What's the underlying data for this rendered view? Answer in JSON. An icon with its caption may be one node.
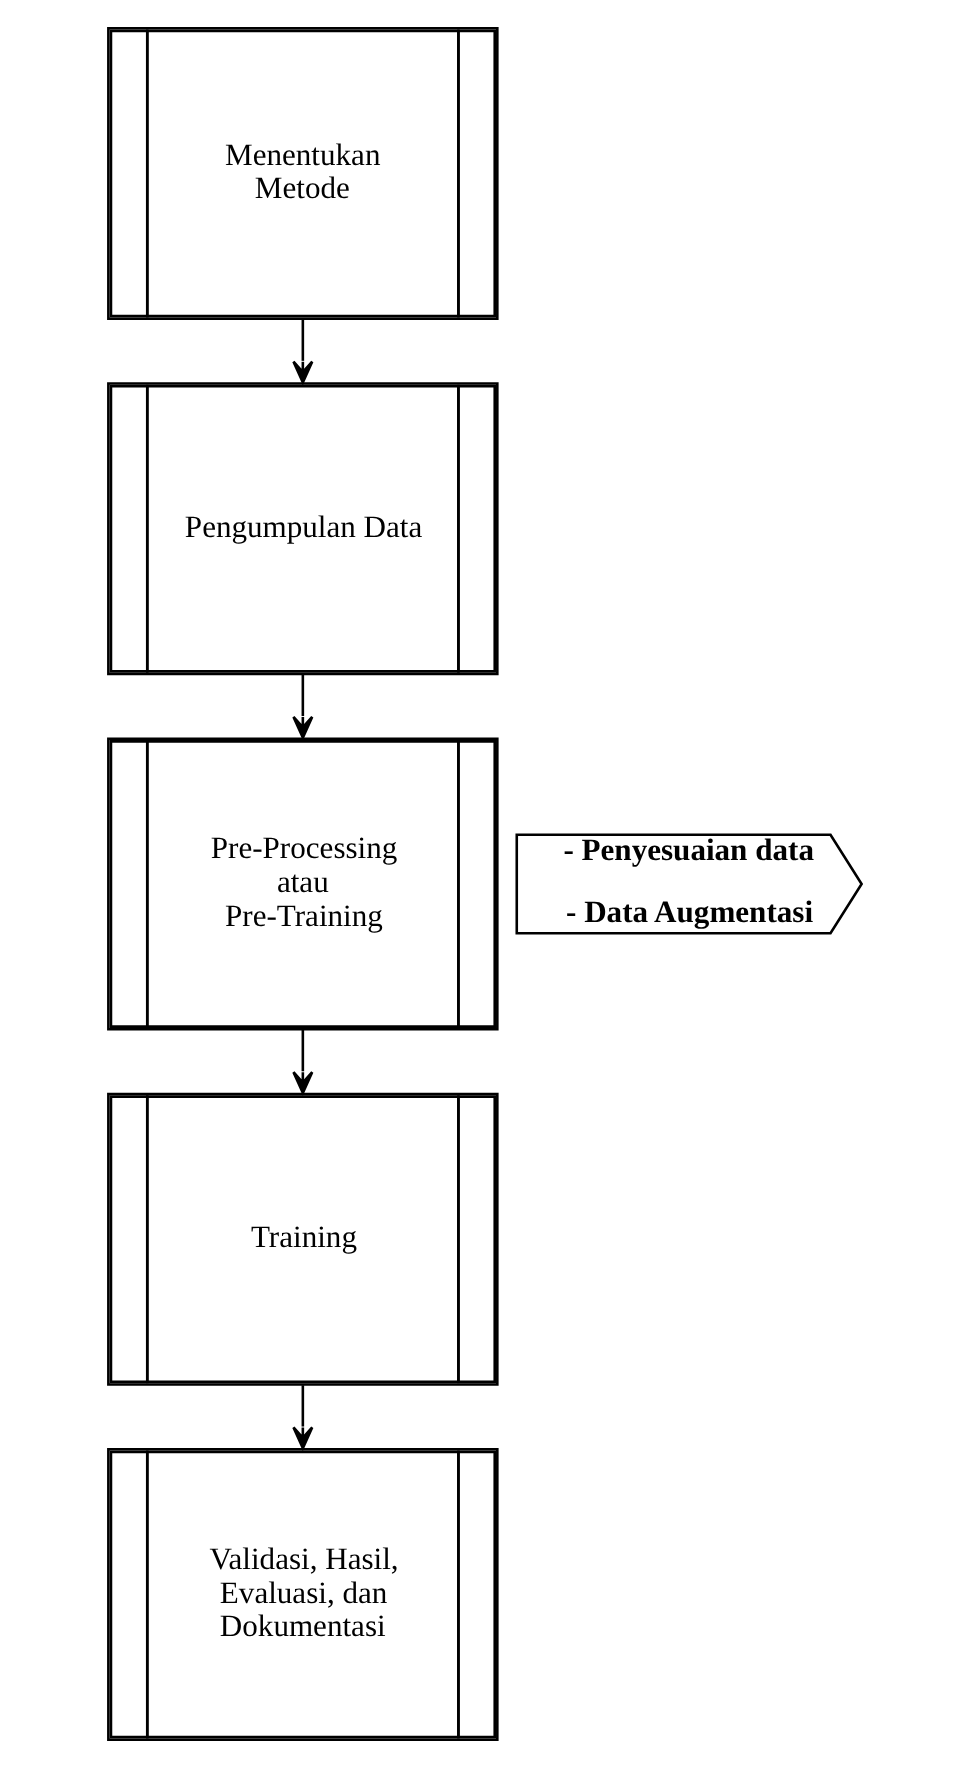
{
  "diagram": {
    "nodes": [
      {
        "text": [
          "Menentukan Metode"
        ]
      },
      {
        "text": [
          "Pengumpulan Data"
        ]
      },
      {
        "text": [
          "Pre-Processing atau Pre-Training"
        ]
      },
      {
        "text": [
          "- Penyesuaian data",
          "- Data Augmentasi"
        ]
      },
      {
        "text": [
          "Training"
        ]
      },
      {
        "text": [
          "Validasi, Hasil, Evaluasi, dan Dokumentasi"
        ]
      }
    ],
    "edges": [
      {
        "from": 0,
        "to": 1,
        "arrow": "to"
      },
      {
        "from": 1,
        "to": 2,
        "arrow": "to"
      },
      {
        "from": 2,
        "to": 4,
        "arrow": "to"
      },
      {
        "from": 4,
        "to": 5,
        "arrow": "to"
      }
    ]
  }
}
